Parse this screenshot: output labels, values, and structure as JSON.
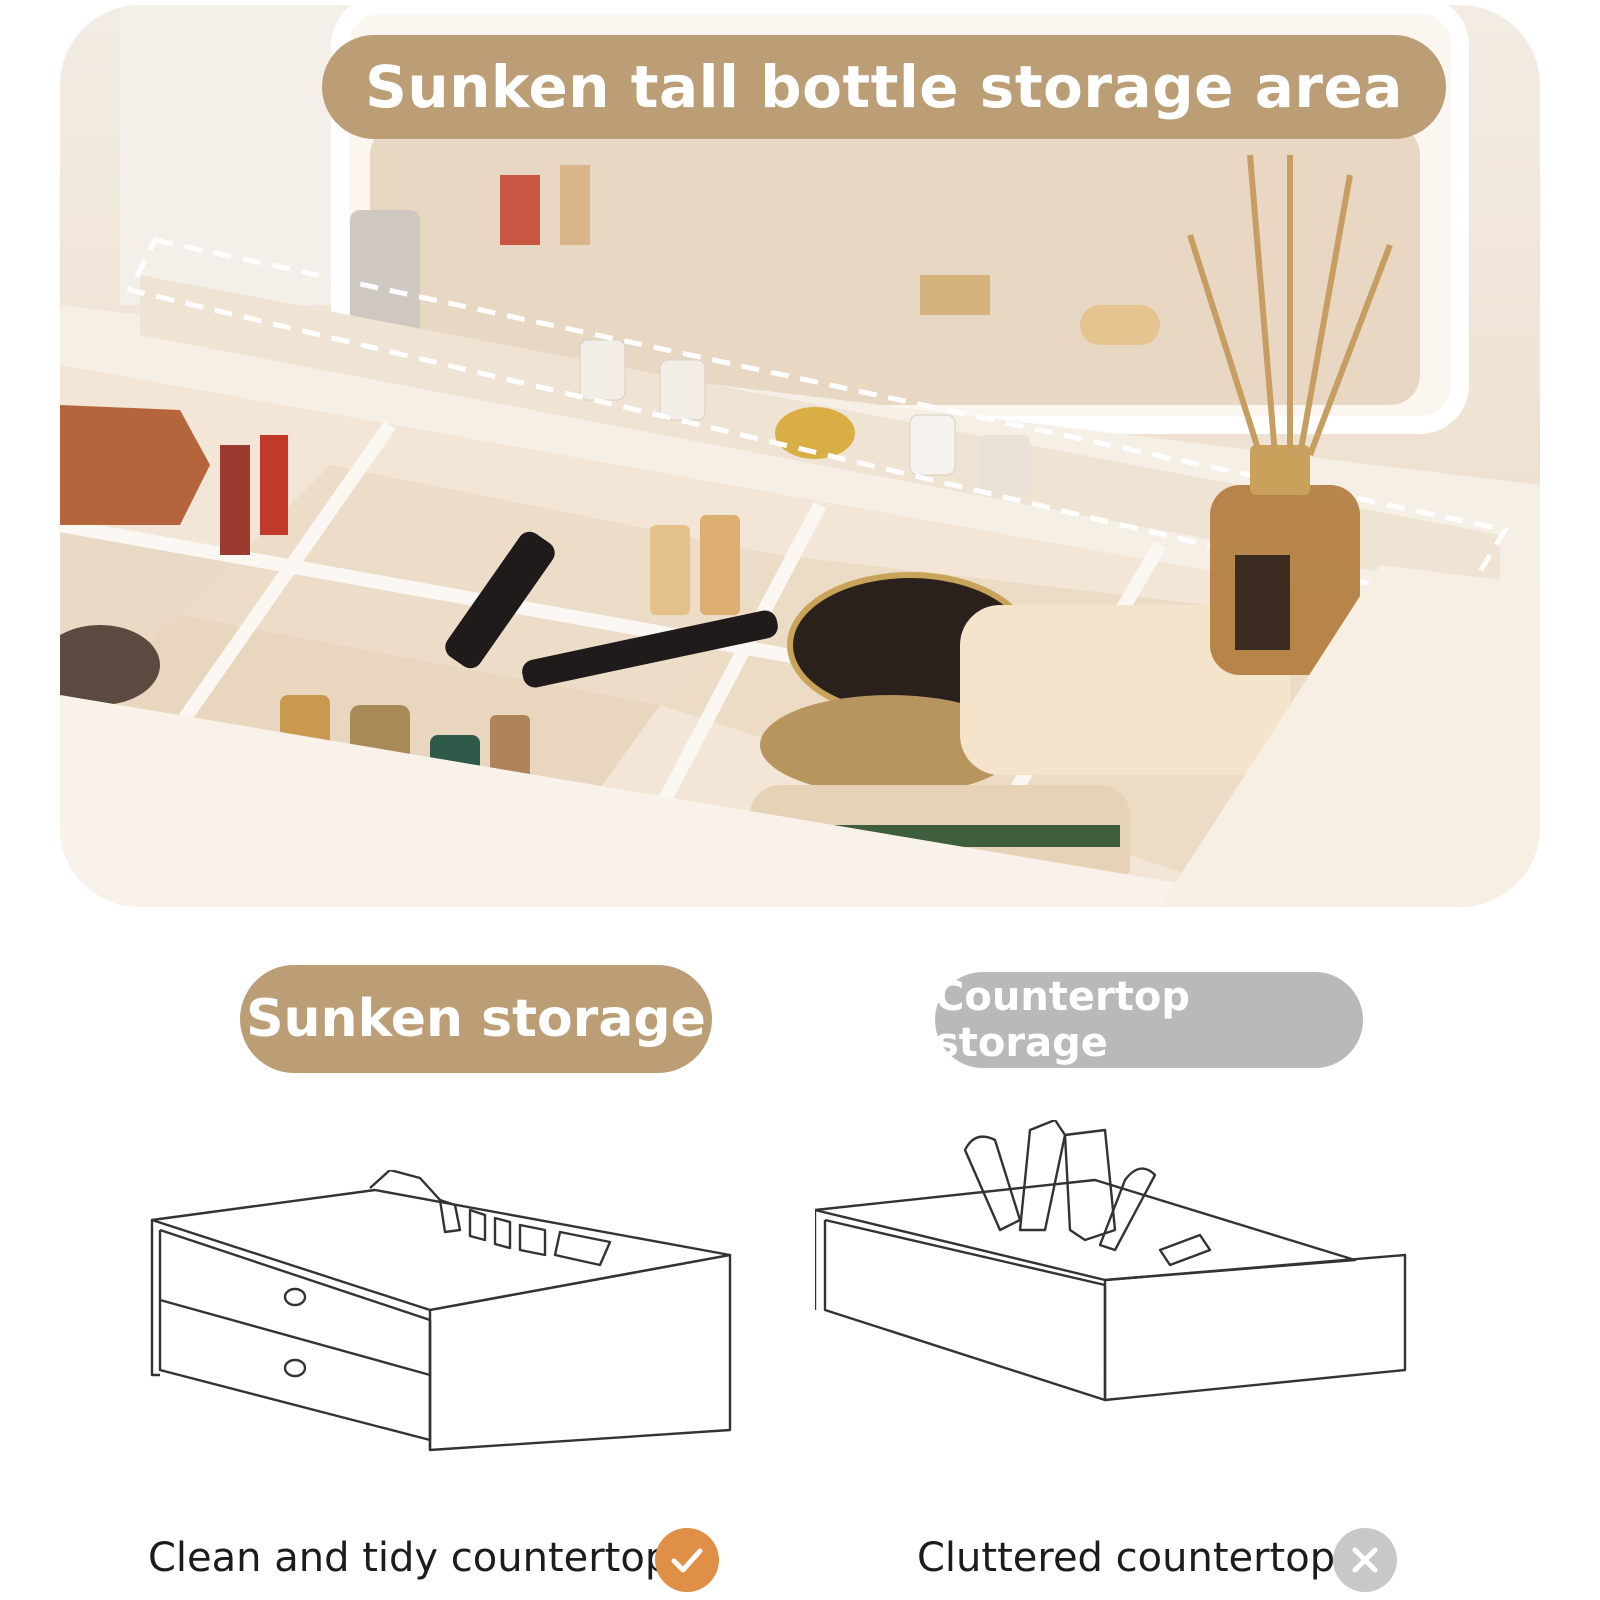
{
  "photo": {
    "headline": "Sunken tall bottle storage area",
    "dashed_outline_color": "#ffffff",
    "accent_color": "#bb9e76"
  },
  "comparison": {
    "left": {
      "pill_label": "Sunken storage",
      "pill_color": "#bb9e76",
      "caption": "Clean and tidy countertop",
      "status_icon": "check-icon",
      "status_color": "#df8f46"
    },
    "right": {
      "pill_label": "Countertop storage",
      "pill_color": "#b9b9b9",
      "caption": "Cluttered countertop",
      "status_icon": "cross-icon",
      "status_color": "#c8c8c8"
    }
  }
}
